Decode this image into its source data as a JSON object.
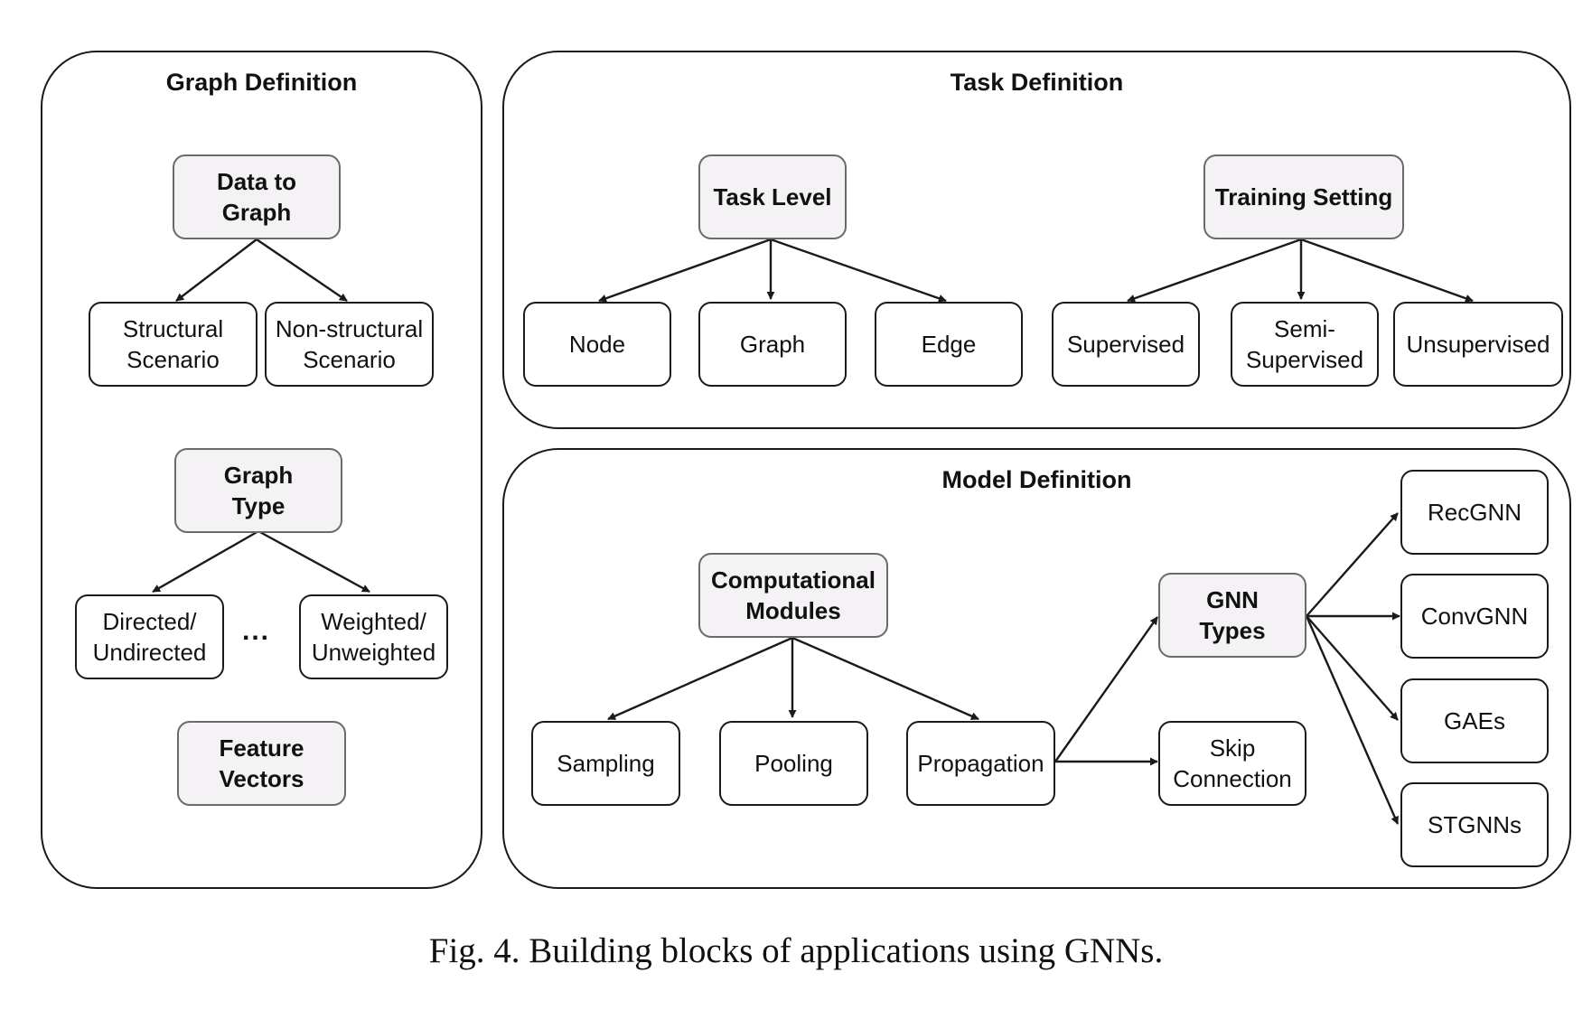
{
  "graph_definition": {
    "title": "Graph Definition",
    "data_to_graph": "Data to\nGraph",
    "structural": "Structural\nScenario",
    "non_structural": "Non-structural\nScenario",
    "graph_type": "Graph\nType",
    "directed": "Directed/\nUndirected",
    "ellipsis": "...",
    "weighted": "Weighted/\nUnweighted",
    "feature_vectors": "Feature\nVectors"
  },
  "task_definition": {
    "title": "Task Definition",
    "task_level": "Task Level",
    "node": "Node",
    "graph": "Graph",
    "edge": "Edge",
    "training_setting": "Training Setting",
    "supervised": "Supervised",
    "semi_supervised": "Semi-\nSupervised",
    "unsupervised": "Unsupervised"
  },
  "model_definition": {
    "title": "Model Definition",
    "computational_modules": "Computational\nModules",
    "sampling": "Sampling",
    "pooling": "Pooling",
    "propagation": "Propagation",
    "gnn_types": "GNN\nTypes",
    "skip_connection": "Skip\nConnection",
    "recgnn": "RecGNN",
    "convgnn": "ConvGNN",
    "gaes": "GAEs",
    "stgnns": "STGNNs"
  },
  "caption": "Fig. 4.  Building blocks of applications using GNNs.",
  "colors": {
    "line": "#1a1a1a",
    "header_fill": "#f4f2f4",
    "header_border": "#6a6a6a"
  }
}
